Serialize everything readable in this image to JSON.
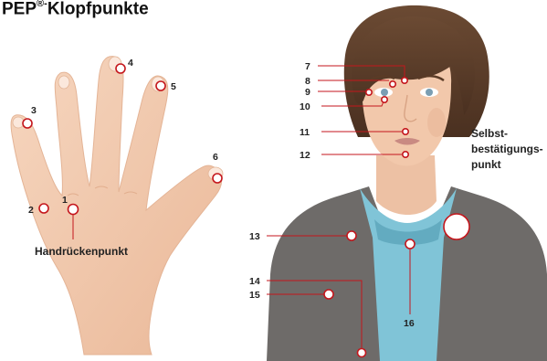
{
  "title": {
    "main": "PEP",
    "sup": "®-",
    "rest": "Klopfpunkte"
  },
  "points": {
    "n1": "1",
    "n2": "2",
    "n3": "3",
    "n4": "4",
    "n5": "5",
    "n6": "6",
    "n7": "7",
    "n8": "8",
    "n9": "9",
    "n10": "10",
    "n11": "11",
    "n12": "12",
    "n13": "13",
    "n14": "14",
    "n15": "15",
    "n16": "16"
  },
  "labels": {
    "handrueckenpunkt": "Handrückenpunkt",
    "selbst_line1": "Selbst-",
    "selbst_line2": "bestätigungs-",
    "selbst_line3": "punkt"
  },
  "colors": {
    "marker": "#c4161c",
    "skin": "#f2c9ad",
    "hair": "#5a3b26",
    "jacket": "#6d6b6a",
    "shirt": "#7fc3d6"
  }
}
